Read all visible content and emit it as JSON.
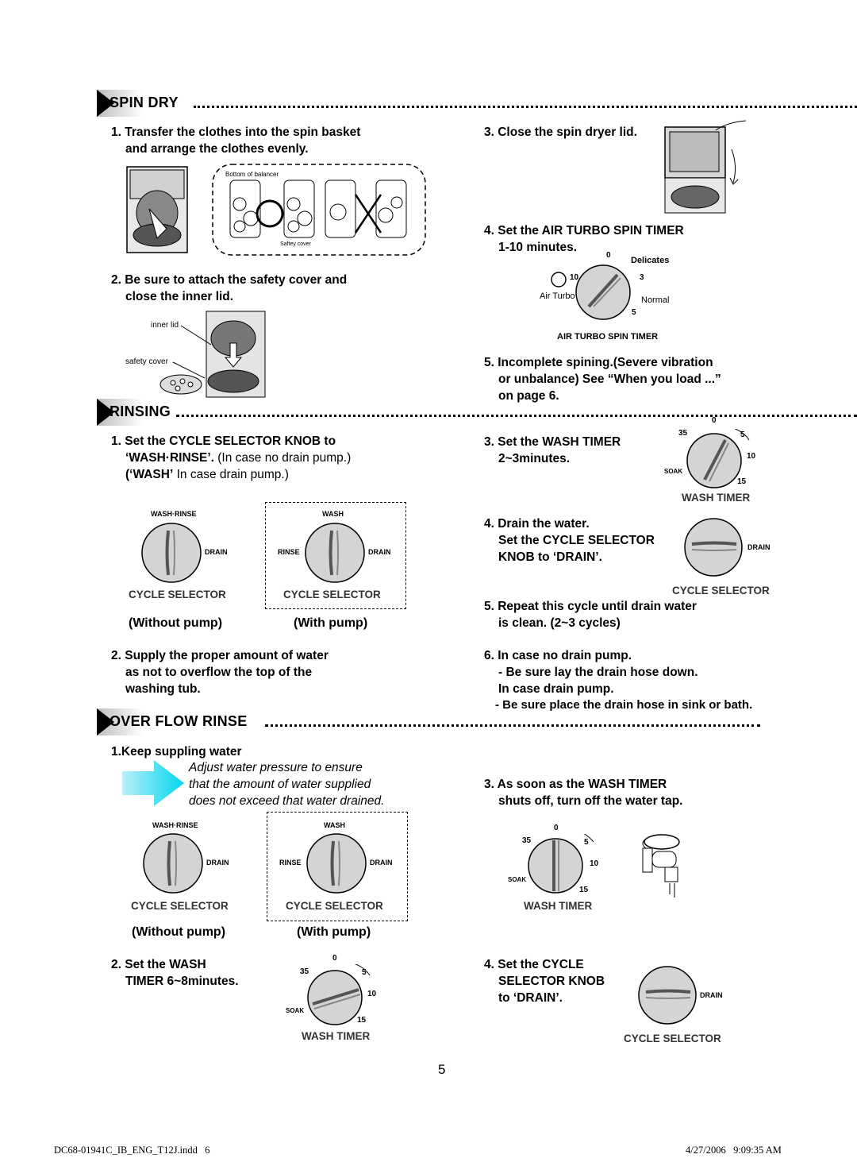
{
  "spin_dry": {
    "title": "SPIN DRY",
    "step1_line1": "1. Transfer the clothes into the spin basket",
    "step1_line2": "and arrange the clothes evenly.",
    "balancer_label": "Bottom of balancer",
    "safety_cover_small": "Saftey cover",
    "step2_line1": "2. Be sure to attach the safety cover and",
    "step2_line2": "close the inner lid.",
    "inner_lid": "inner lid",
    "safety_cover": "safety cover",
    "step3": "3. Close the spin dryer lid.",
    "step4_line1": "4. Set the AIR TURBO SPIN TIMER",
    "step4_line2": "1-10 minutes.",
    "timer": {
      "t0": "0",
      "delicates": "Delicates",
      "t10": "10",
      "t3": "3",
      "air_turbo": "Air Turbo",
      "normal": "Normal",
      "t5": "5",
      "caption": "AIR TURBO SPIN TIMER"
    },
    "step5_line1": "5. Incomplete spining.(Severe vibration",
    "step5_line2": "or unbalance) See “When you load ...”",
    "step5_line3": "on page 6."
  },
  "rinsing": {
    "title": "RINSING",
    "step1_line1": "1. Set the CYCLE SELECTOR KNOB to",
    "step1_line2_bold": "‘WASH·RINSE’.",
    "step1_line2_normal": " (In case no drain pump.)",
    "step1_line3_bold": "(‘WASH’",
    "step1_line3_normal": " In case drain pump.)",
    "knob_a": {
      "top": "WASH·RINSE",
      "right": "DRAIN",
      "caption": "CYCLE SELECTOR"
    },
    "knob_b": {
      "top": "WASH",
      "left": "RINSE",
      "right": "DRAIN",
      "caption": "CYCLE SELECTOR"
    },
    "without_pump": "(Without pump)",
    "with_pump": "(With pump)",
    "step2_line1": "2. Supply the proper amount of water",
    "step2_line2": "as not to overflow the top of the",
    "step2_line3": "washing tub.",
    "step3_line1": "3. Set the WASH TIMER",
    "step3_line2": "2~3minutes.",
    "wash_timer": {
      "t0": "0",
      "t35": "35",
      "t5": "5",
      "t10": "10",
      "soak": "SOAK",
      "t15": "15",
      "caption": "WASH TIMER"
    },
    "step4_line1": "4. Drain the water.",
    "step4_line2": "Set the CYCLE SELECTOR",
    "step4_line3": "KNOB to ‘DRAIN’.",
    "drain_knob": {
      "right": "DRAIN",
      "caption": "CYCLE SELECTOR"
    },
    "step5_line1": "5. Repeat this cycle until drain water",
    "step5_line2": "is clean. (2~3 cycles)",
    "step6_line1": "6. In case no drain pump.",
    "step6_line2": "- Be sure lay the drain hose down.",
    "step6_line3": "In case drain pump.",
    "step6_line4": "- Be sure place the drain hose in sink or bath."
  },
  "overflow": {
    "title": "OVER FLOW RINSE",
    "step1": "1.Keep suppling water",
    "note_line1": "Adjust water pressure to ensure",
    "note_line2": "that the amount of water supplied",
    "note_line3": "does not exceed that water drained.",
    "knob_a": {
      "top": "WASH·RINSE",
      "right": "DRAIN",
      "caption": "CYCLE SELECTOR"
    },
    "knob_b": {
      "top": "WASH",
      "left": "RINSE",
      "right": "DRAIN",
      "caption": "CYCLE SELECTOR"
    },
    "without_pump": "(Without pump)",
    "with_pump": "(With pump)",
    "step2_line1": "2. Set the WASH",
    "step2_line2": "TIMER 6~8minutes.",
    "wash_timer_a": {
      "t0": "0",
      "t35": "35",
      "t5": "5",
      "t10": "10",
      "soak": "SOAK",
      "t15": "15",
      "caption": "WASH TIMER"
    },
    "step3_line1": "3. As soon as the WASH TIMER",
    "step3_line2": "shuts off, turn off the water tap.",
    "wash_timer_b": {
      "t0": "0",
      "t35": "35",
      "t5": "5",
      "t10": "10",
      "soak": "SOAK",
      "t15": "15",
      "caption": "WASH TIMER"
    },
    "step4_line1": "4. Set the CYCLE",
    "step4_line2": "SELECTOR KNOB",
    "step4_line3": "to ‘DRAIN’.",
    "drain_knob": {
      "right": "DRAIN",
      "caption": "CYCLE SELECTOR"
    }
  },
  "footer": {
    "page_number": "5",
    "file": "DC68-01941C_IB_ENG_T12J.indd   6",
    "date": "4/27/2006   9:09:35 AM"
  }
}
